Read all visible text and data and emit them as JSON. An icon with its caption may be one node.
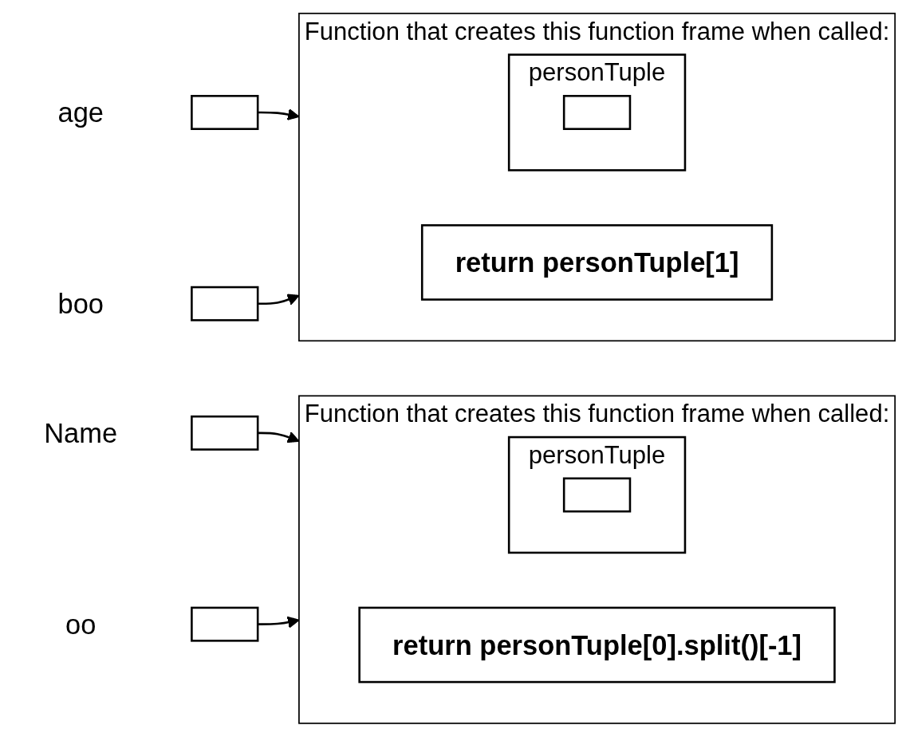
{
  "diagram": {
    "nodes": [
      {
        "text": [],
        "shape": "box",
        "beside": [
          "age"
        ]
      },
      {
        "text": [
          "Function that creates this function frame when called:"
        ]
      },
      {
        "text": [
          "personTuple"
        ],
        "in": 1
      },
      {
        "text": [],
        "shape": "box",
        "in": 2
      },
      {
        "text": [
          "return personTuple[1]"
        ],
        "in": 1
      },
      {
        "text": [],
        "shape": "box",
        "beside": [
          "boo"
        ]
      },
      {
        "text": [],
        "shape": "box",
        "beside": [
          "Name"
        ]
      },
      {
        "text": [
          "Function that creates this function frame when called:"
        ]
      },
      {
        "text": [
          "personTuple"
        ],
        "in": 7
      },
      {
        "text": [],
        "shape": "box",
        "in": 8
      },
      {
        "text": [
          "return personTuple[0].split()[-1]"
        ],
        "in": 7
      },
      {
        "text": [],
        "shape": "box",
        "beside": [
          "oo"
        ]
      }
    ],
    "edges": [
      {
        "from": 0,
        "to": 1,
        "arrow": "to"
      },
      {
        "from": 5,
        "to": 1,
        "arrow": "to"
      },
      {
        "from": 6,
        "to": 7,
        "arrow": "to"
      },
      {
        "from": 11,
        "to": 7,
        "arrow": "to"
      }
    ]
  }
}
